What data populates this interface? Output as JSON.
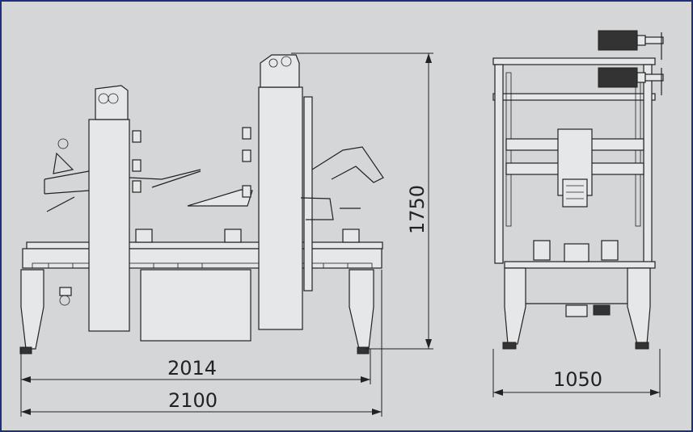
{
  "dimensions": {
    "front_inner_width": "2014",
    "front_overall_width": "2100",
    "height": "1750",
    "side_width": "1050"
  },
  "colors": {
    "border": "#1f2f7a",
    "background": "#d4d6d8",
    "line": "#222222"
  }
}
